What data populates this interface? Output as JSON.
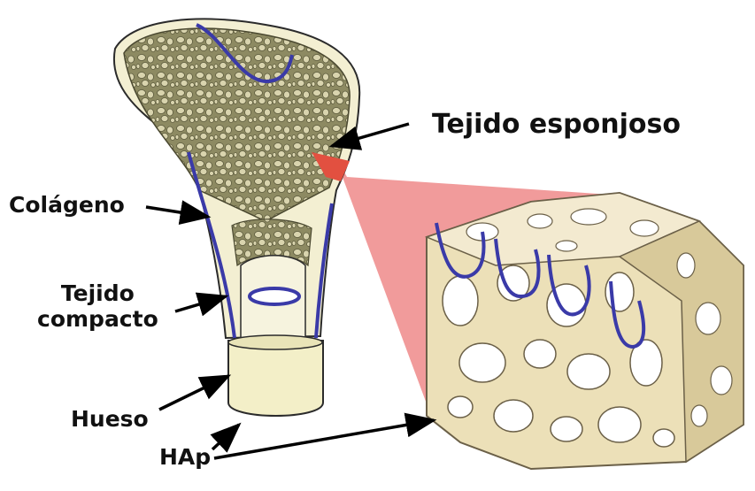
{
  "labels": {
    "tejido_esponjoso": "Tejido esponjoso",
    "colageno": "Colágeno",
    "tejido_compacto_line1": "Tejido",
    "tejido_compacto_line2": "compacto",
    "hueso": "Hueso",
    "hap": "HAp"
  },
  "colors": {
    "bone_shell": "#f3efd2",
    "bone_outline": "#2b2b2b",
    "spongy_fill": "#8d8a62",
    "collagen": "#3a3aa8",
    "zoom_wedge": "#ee8a8a",
    "zoom_patch": "#e25040",
    "lattice": "#ece0b8",
    "lattice_hole": "#ffffff",
    "lattice_shadow": "#c8b98b",
    "compact_cylinder": "#f3efc8"
  },
  "icons": [
    "arrow-icon"
  ]
}
